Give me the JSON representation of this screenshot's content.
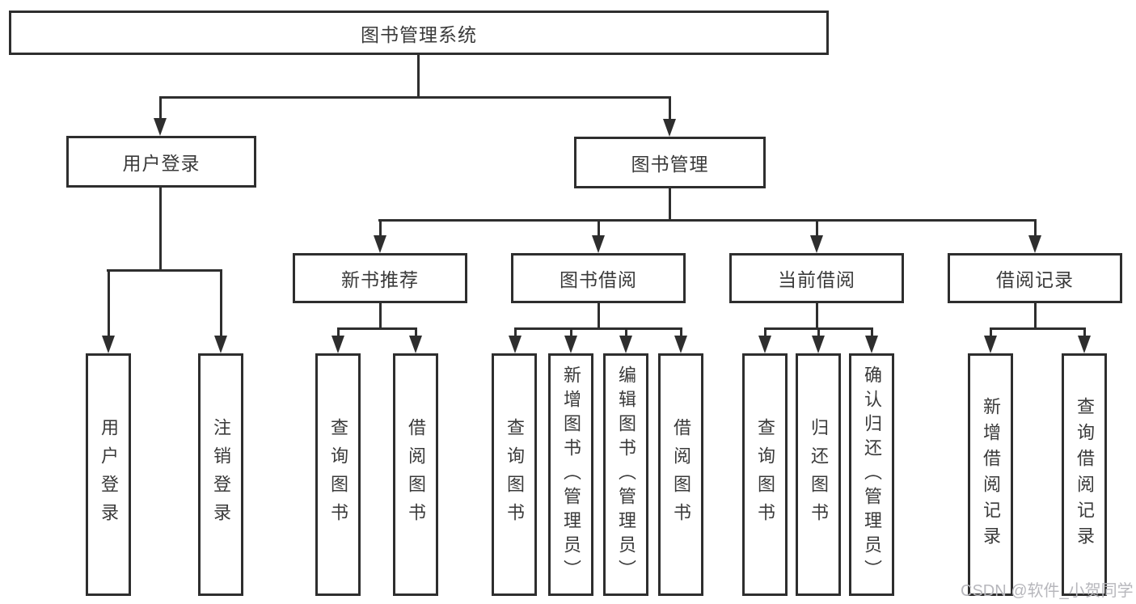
{
  "tree": {
    "label": "图书管理系统",
    "children": [
      {
        "label": "用户登录",
        "children": [
          {
            "label": "用户登录"
          },
          {
            "label": "注销登录"
          }
        ]
      },
      {
        "label": "图书管理",
        "children": [
          {
            "label": "新书推荐",
            "children": [
              {
                "label": "查询图书"
              },
              {
                "label": "借阅图书"
              }
            ]
          },
          {
            "label": "图书借阅",
            "children": [
              {
                "label": "查询图书"
              },
              {
                "label": "新增图书（管理员）"
              },
              {
                "label": "编辑图书（管理员）"
              },
              {
                "label": "借阅图书"
              }
            ]
          },
          {
            "label": "当前借阅",
            "children": [
              {
                "label": "查询图书"
              },
              {
                "label": "归还图书"
              },
              {
                "label": "确认归还（管理员）"
              }
            ]
          },
          {
            "label": "借阅记录",
            "children": [
              {
                "label": "新增借阅记录"
              },
              {
                "label": "查询借阅记录"
              }
            ]
          }
        ]
      }
    ]
  },
  "watermark": {
    "text": "CSDN @软件_小贺同学"
  },
  "colors": {
    "line": "#2e2e2e",
    "text": "#3a3a3a",
    "watermark": "#b7b7bc",
    "background": "#ffffff"
  }
}
